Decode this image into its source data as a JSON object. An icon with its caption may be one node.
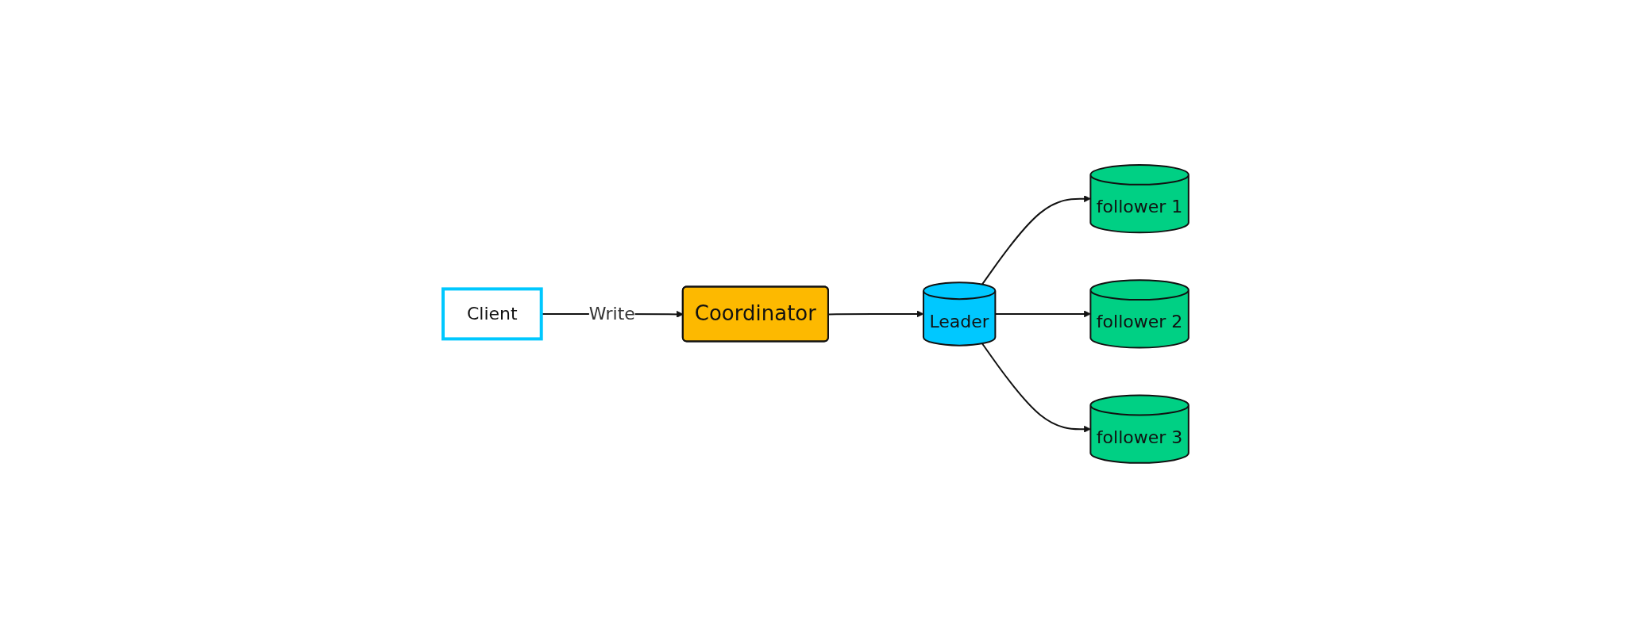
{
  "diagram": {
    "nodes": [
      {
        "text": [
          "Client"
        ]
      },
      {
        "text": [
          "Coordinator"
        ]
      },
      {
        "text": [
          "Leader"
        ]
      },
      {
        "text": [
          "follower 1"
        ]
      },
      {
        "text": [
          "follower 2"
        ]
      },
      {
        "text": [
          "follower 3"
        ]
      }
    ],
    "edges": [
      {
        "from": 0,
        "to": 1,
        "arrow": "to",
        "label": "Write"
      },
      {
        "from": 1,
        "to": 2,
        "arrow": "to"
      },
      {
        "from": 2,
        "to": 3,
        "arrow": "to"
      },
      {
        "from": 2,
        "to": 4,
        "arrow": "to"
      },
      {
        "from": 2,
        "to": 5,
        "arrow": "to"
      }
    ]
  }
}
